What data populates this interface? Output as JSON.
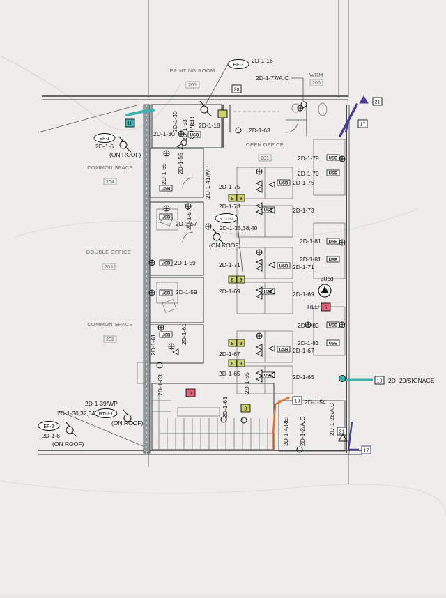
{
  "rooms": {
    "printing": "PRINTING ROOM",
    "printing_num": "205",
    "wrm": "WRM",
    "wrm_num": "206",
    "open_office": "OPEN OFFICE",
    "open_office_num": "201",
    "common_space_top": "COMMON SPACE",
    "common_space_top_num": "204",
    "double_office": "DOUBLE OFFICE",
    "double_office_num": "203",
    "common_space_bottom": "COMMON SPACE",
    "common_space_bottom_num": "202"
  },
  "equipment": {
    "ef3": "EF-3",
    "ef1": "EF-1",
    "ef2": "EF-2",
    "rtu2": "RTU-2",
    "rtu1": "RTU-1",
    "on_roof": "(ON ROOF)",
    "copier": "COPIER",
    "cd30": "30cd",
    "rld": "RLD"
  },
  "circuits": {
    "c2d116": "2D-1-16",
    "c2d177ac": "2D-1-77/A.C",
    "c2d118": "2D-1-18",
    "c2d163a": "2D-1-63",
    "c2d16": "2D-1-6",
    "c2d130": "2D-1-30",
    "c2d130b": "2D-1-30",
    "c2d153": "2D-1-53",
    "c2d165": "2D-1-65",
    "c2d155": "2D-1-55",
    "c2d157a": "2D-1-57",
    "c2d157b": "2D-1-57",
    "c2d141wp": "2D-1-41/WP",
    "c2d13638": "2D-1-36,38,40",
    "c2d159a": "2D-1-59",
    "c2d159b": "2D-1-59",
    "c2d161a": "2D-1-61",
    "c2d161b": "2D-1-61",
    "c2d175a": "2D-1-75",
    "c2d175b": "2D-1-75",
    "c2d173a": "2D-1-73",
    "c2d173b": "2D-1-73",
    "c2d171a": "2D-1-71",
    "c2d171b": "2D-1-71",
    "c2d169a": "2D-1-69",
    "c2d169b": "2D-1-69",
    "c2d167a": "2D-1-67",
    "c2d167b": "2D-1-67",
    "c2d165a": "2D-1-65",
    "c2d165b": "2D-1-65",
    "c2d179a": "2D-1-79",
    "c2d179b": "2D-1-79",
    "c2d181a": "2D-1-81",
    "c2d181b": "2D-1-81",
    "c2d183a": "2D-1-83",
    "c2d183b": "2D-1-83",
    "c2d163b": "2D-1-63",
    "c2d163c": "2D-1-63",
    "c2d155b": "2D-1-55",
    "c2d139wp": "2D-1-39/WP",
    "c2d13032": "2D-1-30,32,34",
    "c2d18": "2D-1-8",
    "c2d154": "2D-1-54",
    "c2d14ref": "2D-1-4/REF",
    "c2d12ac": "2D-1-2/A.C",
    "c2d126ac": "2D-1-26/A.C",
    "c2d20sign": "2D -20/SIGNAGE"
  },
  "usb_label": "USB",
  "tags": {
    "t20": "20",
    "t21a": "21",
    "t17a": "17",
    "t18": "18",
    "t8a": "8",
    "t9a": "9",
    "t8b": "8",
    "t9b": "9",
    "t8c": "8",
    "t9c": "9",
    "t8d": "8",
    "t9d": "9",
    "t5": "5",
    "t4": "4",
    "t8e": "8",
    "t19": "19",
    "t10": "10",
    "t21b": "21",
    "t17b": "17"
  },
  "colors": {
    "teal": "#3fb3b0",
    "purple": "#4a3f8a",
    "orange": "#e0702a",
    "yellow_green": "#c9cf6a",
    "pink": "#e8607a",
    "paper": "#eeedeb"
  }
}
